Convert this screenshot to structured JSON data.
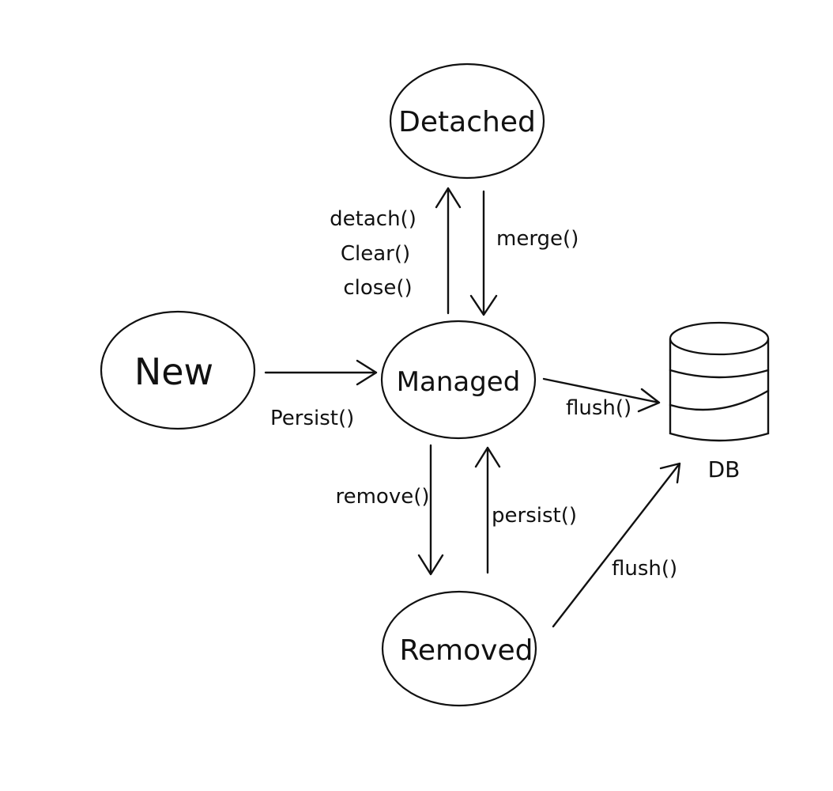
{
  "nodes": {
    "detached": "Detached",
    "new": "New",
    "managed": "Managed",
    "removed": "Removed",
    "db": "DB"
  },
  "edges": {
    "managed_to_detached": [
      "detach()",
      "Clear()",
      "close()"
    ],
    "detached_to_managed": "merge()",
    "new_to_managed": "Persist()",
    "managed_to_db": "flush()",
    "managed_to_removed": "remove()",
    "removed_to_managed": "persist()",
    "removed_to_db": "flush()"
  },
  "colors": {
    "ink": "#111111",
    "background": "#ffffff"
  }
}
